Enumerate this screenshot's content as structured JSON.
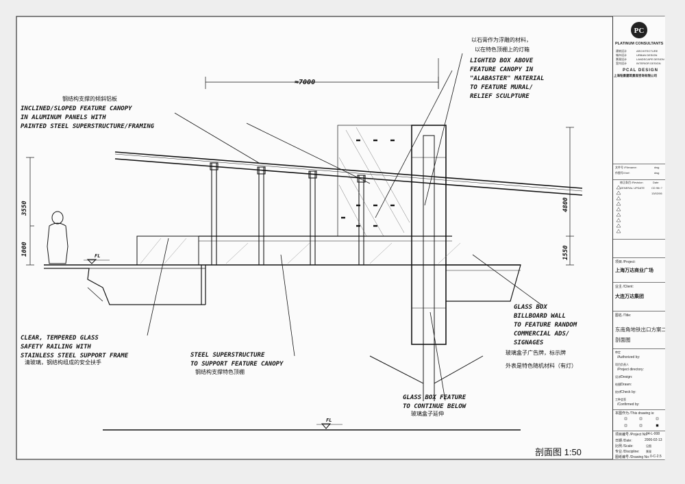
{
  "annotations": {
    "stone_material_cn": "以石膏作为浮雕的材料，",
    "lightbox_cn": "以在特色顶棚上的灯箱",
    "lightbox_en": [
      "LIGHTED BOX ABOVE",
      "FEATURE CANOPY IN",
      "\"ALABASTER\" MATERIAL",
      "TO FEATURE MURAL/",
      "RELIEF SCULPTURE"
    ],
    "canopy_cn": "钢结构支撑的倾斜铝板",
    "canopy_en": [
      "INCLINED/SLOPED FEATURE CANOPY",
      "IN ALUMINUM PANELS WITH",
      "PAINTED STEEL SUPERSTRUCTURE/FRAMING"
    ],
    "railing_en": [
      "CLEAR, TEMPERED GLASS",
      "SAFETY RAILING WITH",
      "STAINLESS STEEL SUPPORT FRAME"
    ],
    "railing_cn": "清玻璃，钢结构组成的安全扶手",
    "steel_en": [
      "STEEL SUPERSTRUCTURE",
      "TO SUPPORT FEATURE CANOPY"
    ],
    "steel_cn": "钢结构支撑特色顶棚",
    "glassbox_en": [
      "GLASS BOX",
      "BILLBOARD WALL",
      "TO FEATURE RANDOM",
      "COMMERCIAL ADS/",
      "SIGNAGES"
    ],
    "glassbox_cn_1": "玻璃盒子广告牌，标示牌",
    "glassbox_cn_2": "外表是特色随机材料（有灯）",
    "glassbox_feature_en": [
      "GLASS BOX FEATURE",
      "TO CONTINUE BELOW"
    ],
    "glassbox_feature_cn": "玻璃盒子延伸",
    "fl_left": "FL",
    "fl_bottom": "FL"
  },
  "dimensions": {
    "top": "≈7000",
    "left_tall": "3550",
    "left_short": "1000",
    "right_tall": "4800",
    "right_short": "1550"
  },
  "scale_label": "剖面图   1:50",
  "title_block": {
    "company": "PLATINUM CONSULTANTS",
    "logo_letters": "PC",
    "disciplines": [
      {
        "cn": "建筑设计",
        "en": "ARCHITECTURE"
      },
      {
        "cn": "城市设计",
        "en": "URBAN DESIGN"
      },
      {
        "cn": "景观设计",
        "en": "LANDSCAPE DESIGN"
      },
      {
        "cn": "室内设计",
        "en": "INTERIOR DESIGN"
      }
    ],
    "brand": "PCAL DESIGN",
    "brand_cn": "上海铂景建筑景观咨询有限公司",
    "file_no": "文件号 /Filename:",
    "file_ext": "dwg",
    "plot_file": "作图号/Xref:",
    "plot_ext": "dwg",
    "revision_header": {
      "rev": "修正条目 /Revision",
      "date": "Date"
    },
    "revisions": [
      {
        "rev": "GENERAL UPDATE",
        "date": "CD 9th ?"
      },
      {
        "rev": "",
        "date": "13/02/06"
      }
    ],
    "project_label": "项目 /Project:",
    "project": "上海万达商业广场",
    "client_label": "业主 /Client:",
    "client": "大连万达集团",
    "title_label": "图名 /Title:",
    "title_1": "东南角地铁出口方案二",
    "title_2": "剖面图",
    "fields": [
      {
        "cn": "审定",
        "en": "/Authorized by:"
      },
      {
        "cn": "项目负责人",
        "en": "/Project directory:"
      },
      {
        "cn": "设计",
        "en": "/Design:"
      },
      {
        "cn": "绘图",
        "en": "/Drawn:"
      },
      {
        "cn": "校对",
        "en": "/Check by:"
      },
      {
        "cn": "工种会签",
        "en": "/Confirmed by:"
      }
    ],
    "drawing_is": "本图作为 /This drawing is:",
    "project_no_label": "项目编号 /Project No:",
    "project_no": "04-L-008",
    "date_label": "日期 /Date:",
    "date": "2006-02-13",
    "scale_label": "比例 /Scale:",
    "scale_val": "见图",
    "discipline_label": "专业 /Discipline:",
    "discipline_val": "景观",
    "drawing_no_label": "图纸编号 /Drawing No:",
    "drawing_no": "0-C-2.5"
  }
}
